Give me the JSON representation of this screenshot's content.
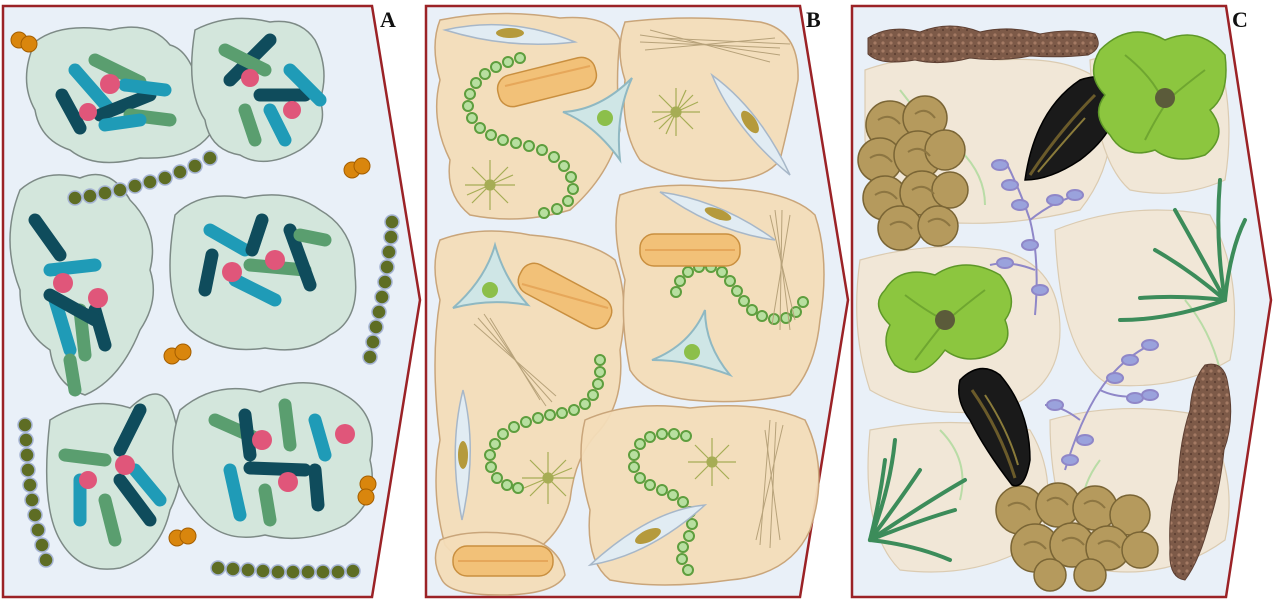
{
  "panels": [
    {
      "id": "A",
      "label": "A",
      "description": "bacterial-biofilm-stage"
    },
    {
      "id": "B",
      "label": "B",
      "description": "diatom-microalgae-stage"
    },
    {
      "id": "C",
      "label": "C",
      "description": "macrofouling-stage"
    }
  ],
  "colors": {
    "panel_border": "#9b2226",
    "panel_fill": "#e9f0f8",
    "eps_matrix": "#d3e6dc",
    "eps_outline": "#7d8a86",
    "rod_dark": "#0f4c5c",
    "rod_teal": "#1f9bb7",
    "rod_green": "#5a9e6f",
    "coccus_pink": "#e0567a",
    "chain_olive": "#5e6d24",
    "orange_cocci": "#d9860d",
    "tan_matrix": "#f3dcb8",
    "tan_outline": "#c9a57a",
    "diatom_chain": "#8cc45f",
    "pennate_diatom": "#f2c178",
    "mussel": "#1a1a1a",
    "sea_lettuce": "#8cc63f",
    "bryozoan": "#b59a5d",
    "hydroid": "#9aa2dc",
    "filamentous_alga": "#3c8c5a",
    "sponge": "#8a6552"
  },
  "icons": [
    "rod-bacteria-icon",
    "coccus-icon",
    "bacterial-chain-icon",
    "diplococcus-icon",
    "pennate-diatom-icon",
    "centric-diatom-chain-icon",
    "triangular-diatom-icon",
    "radiate-colony-icon",
    "mussel-icon",
    "sea-lettuce-icon",
    "bryozoan-icon",
    "hydroid-icon",
    "filamentous-alga-icon",
    "sponge-icon"
  ]
}
